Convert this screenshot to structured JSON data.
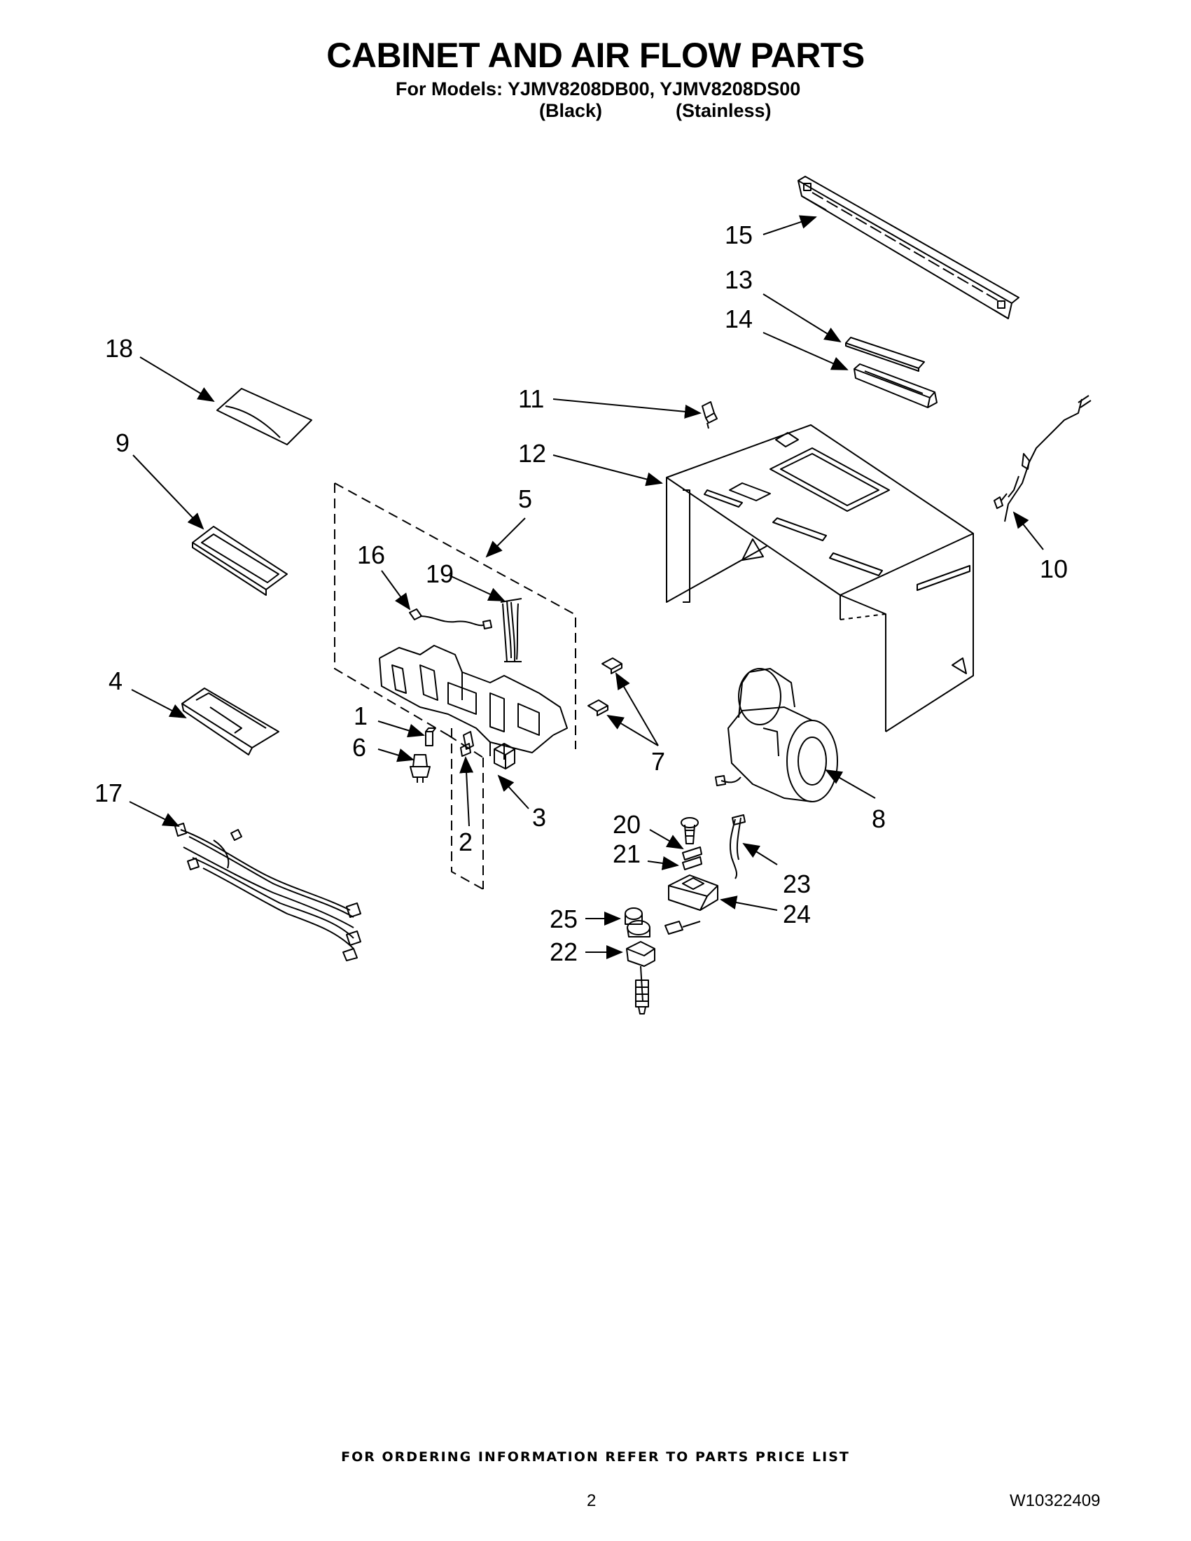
{
  "header": {
    "title": "CABINET AND AIR FLOW PARTS",
    "models_line": "For Models: YJMV8208DB00, YJMV8208DS00",
    "color_black": "(Black)",
    "color_stainless": "(Stainless)"
  },
  "callouts": [
    "1",
    "2",
    "3",
    "4",
    "5",
    "6",
    "7",
    "8",
    "9",
    "10",
    "11",
    "12",
    "13",
    "14",
    "15",
    "16",
    "17",
    "18",
    "19",
    "20",
    "21",
    "22",
    "23",
    "24",
    "25"
  ],
  "footer": {
    "note": "FOR ORDERING INFORMATION REFER TO PARTS PRICE LIST",
    "page_number": "2",
    "doc_number": "W10322409"
  }
}
